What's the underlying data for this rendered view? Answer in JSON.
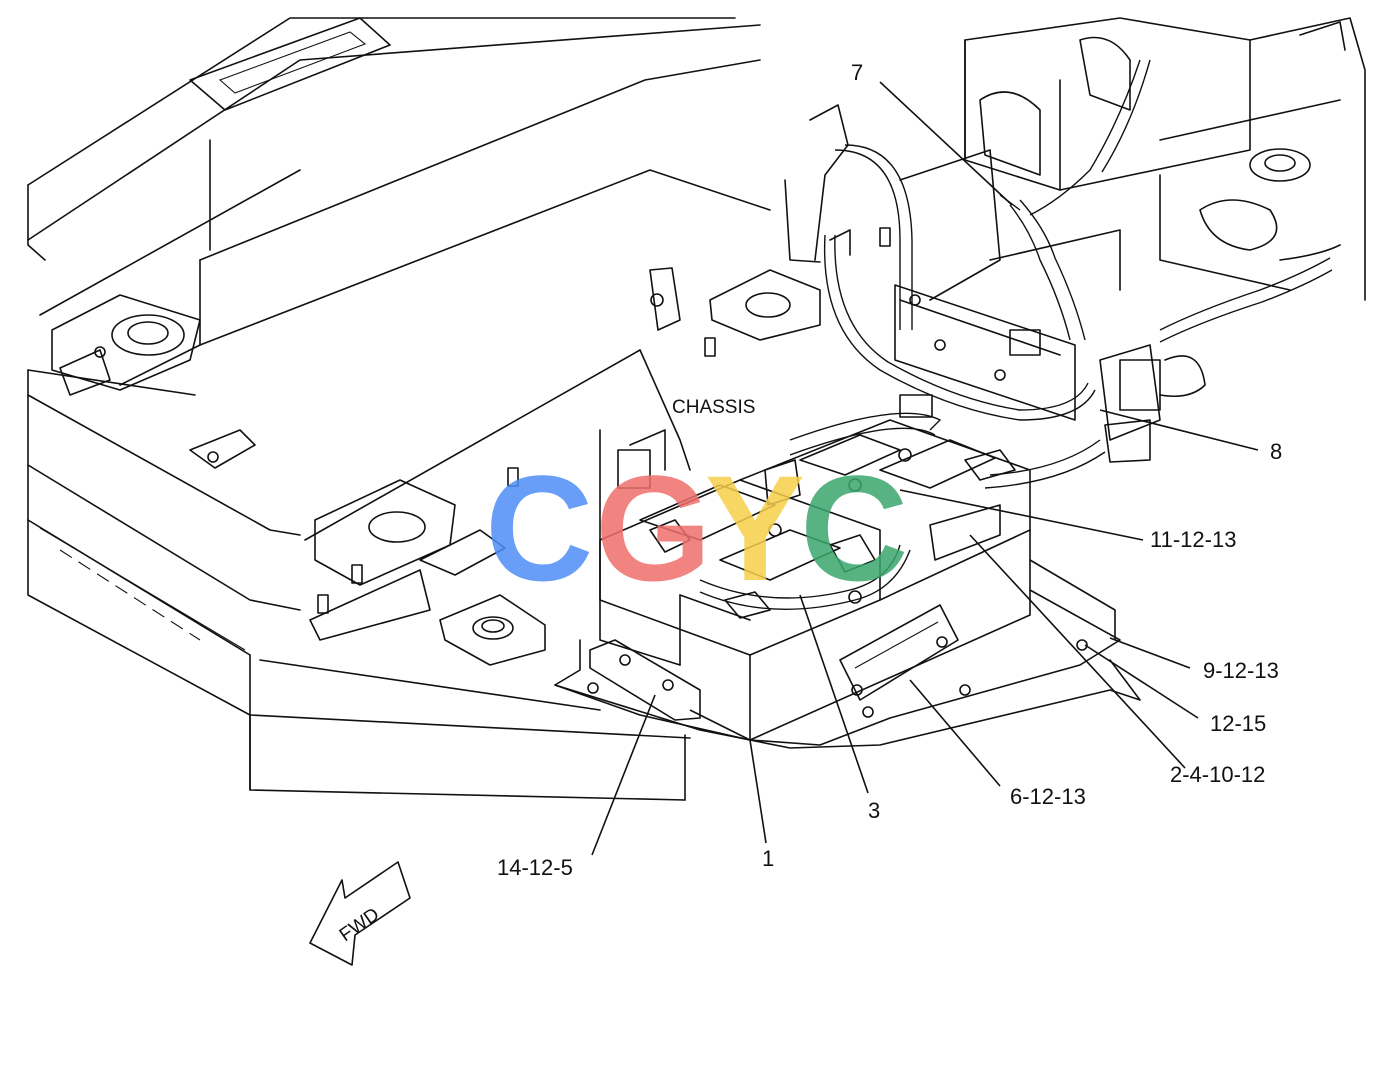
{
  "diagram": {
    "chassis_label": "CHASSIS",
    "fwd_label": "FWD",
    "watermark": {
      "letters": [
        "C",
        "G",
        "Y",
        "C"
      ],
      "colors": [
        "#4f8ef7",
        "#ef6f6c",
        "#f6cf4a",
        "#3aa76d"
      ]
    },
    "callouts": {
      "c7": "7",
      "c8": "8",
      "c11": "11-12-13",
      "c9": "9-12-13",
      "c12": "12-15",
      "c2": "2-4-10-12",
      "c6": "6-12-13",
      "c3": "3",
      "c1": "1",
      "c14": "14-12-5"
    }
  }
}
